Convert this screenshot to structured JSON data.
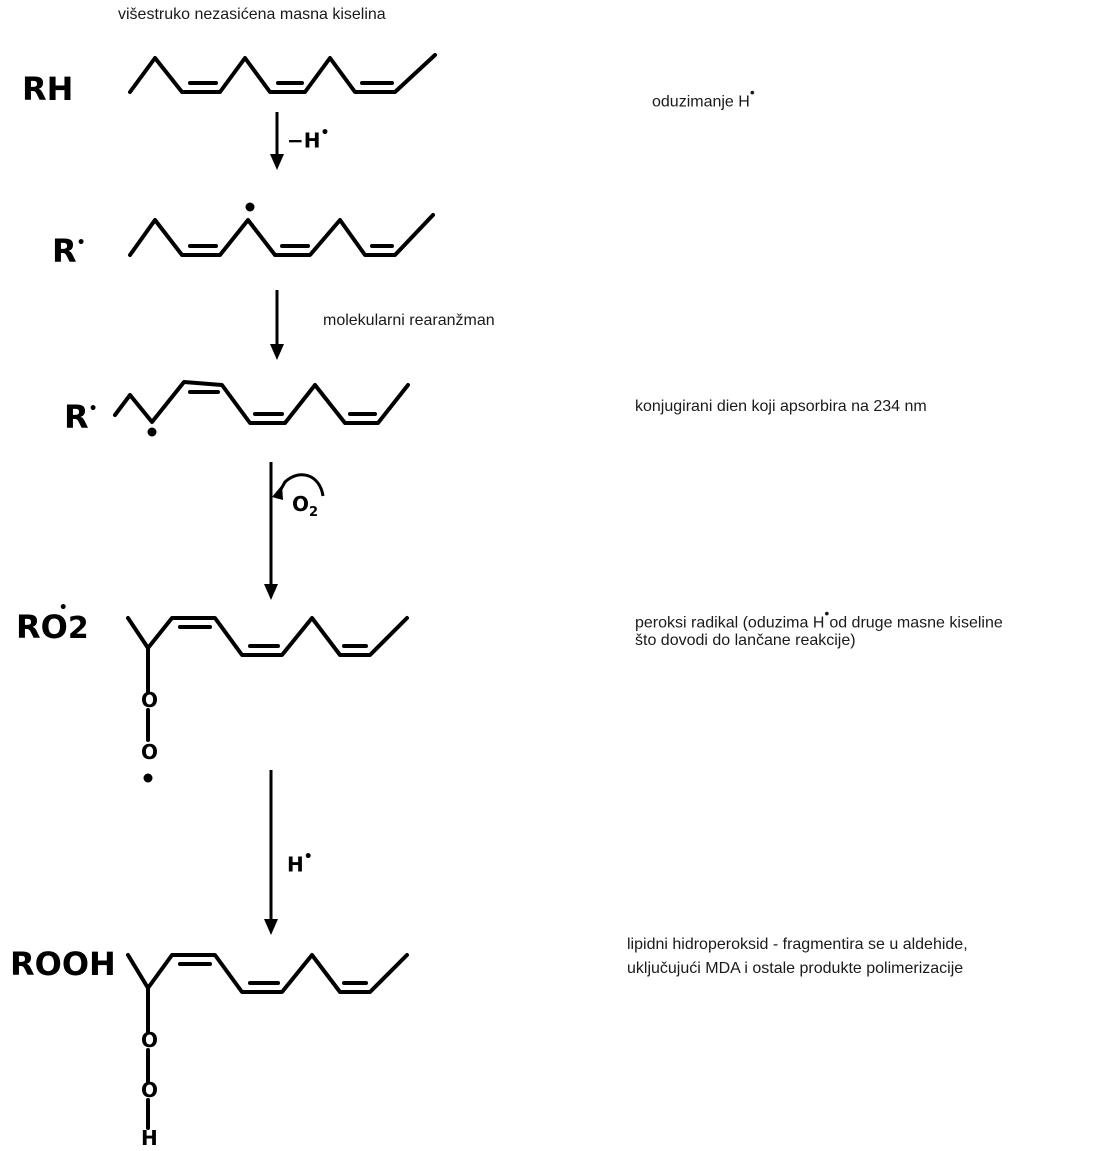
{
  "title": "višestruko nezasićena masna kiselina",
  "species": {
    "rh": "RH",
    "r1": "R",
    "r2": "R",
    "ro2": "RO",
    "ro2_sub": "2",
    "rooh": "ROOH"
  },
  "radical_dot": "•",
  "arrows": {
    "step1_label": "−H",
    "step2_label": "molekularni rearanžman",
    "step3_label": "O",
    "step3_sub": "2",
    "step4_label": "H"
  },
  "atoms": {
    "oxygen": "O",
    "hydrogen": "H"
  },
  "notes": {
    "abstraction": "oduzimanje H",
    "conjugated": "konjugirani dien koji apsorbira na 234 nm",
    "peroxyl_line1": "peroksi radikal (oduzima H",
    "peroxyl_line1_end": "od druge masne kiseline",
    "peroxyl_line2": "što dovodi do lančane reakcije)",
    "hydroperoxide_line1": "lipidni hidroperoksid - fragmentira se u aldehide,",
    "hydroperoxide_line2": "uključujući MDA i ostale produkte polimerizacije"
  }
}
